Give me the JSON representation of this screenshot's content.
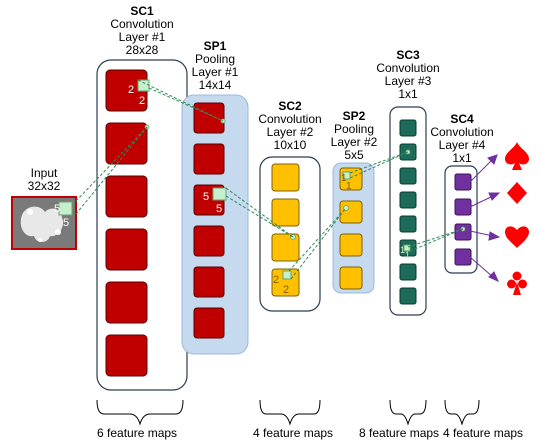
{
  "layers": {
    "input": {
      "line1": "Input",
      "line2": "32x32"
    },
    "sc1": {
      "name": "SC1",
      "line1": "Convolution",
      "line2": "Layer #1",
      "size": "28x28"
    },
    "sp1": {
      "name": "SP1",
      "line1": "Pooling",
      "line2": "Layer #1",
      "size": "14x14"
    },
    "sc2": {
      "name": "SC2",
      "line1": "Convolution",
      "line2": "Layer #2",
      "size": "10x10"
    },
    "sp2": {
      "name": "SP2",
      "line1": "Pooling",
      "line2": "Layer #2",
      "size": "5x5"
    },
    "sc3": {
      "name": "SC3",
      "line1": "Convolution",
      "line2": "Layer #3",
      "size": "1x1"
    },
    "sc4": {
      "name": "SC4",
      "line1": "Convolution",
      "line2": "Layer #4",
      "size": "1x1"
    }
  },
  "kernel_labels": {
    "input": [
      "5",
      "5"
    ],
    "sc1": [
      "2",
      "2"
    ],
    "sp1": [
      "5",
      "5"
    ],
    "sc2": [
      "2",
      "2"
    ],
    "sp2": [
      "1",
      "1"
    ],
    "sc3": [
      "1",
      "1"
    ]
  },
  "counts": {
    "sc1": 6,
    "sp1": 6,
    "sc2": 4,
    "sp2": 4,
    "sc3": 8,
    "sc4": 4
  },
  "outputs": [
    "spade",
    "diamond",
    "heart",
    "club"
  ],
  "feature_maps": {
    "group1": "6 feature maps",
    "group2": "4 feature maps",
    "group3": "8 feature maps",
    "group4": "4 feature maps"
  },
  "colors": {
    "sc1_map": "#c00000",
    "sc2_map": "#ffc000",
    "sc3_map": "#1d6b5a",
    "sc4_map": "#7030a0",
    "pool_bg": "#c5d9ef",
    "kernel": "#c6efce",
    "connection": "#2e8b57",
    "suit": "#ff0000",
    "arrow": "#7030a0"
  }
}
